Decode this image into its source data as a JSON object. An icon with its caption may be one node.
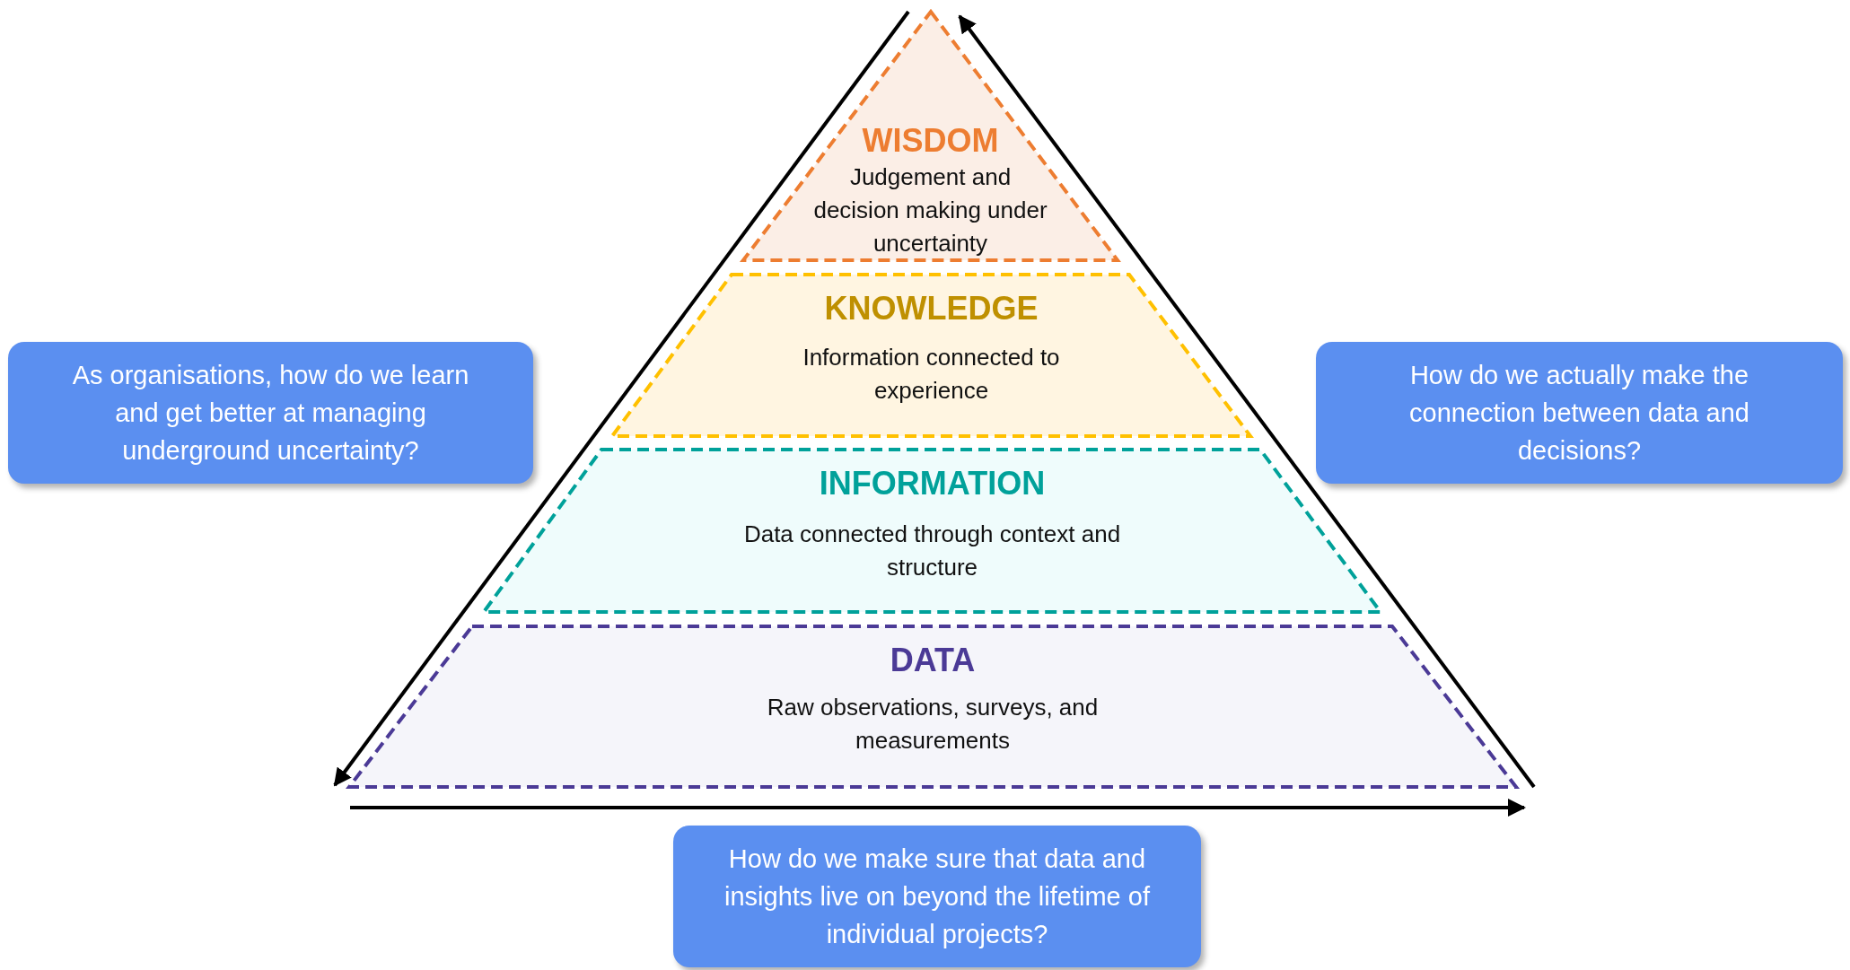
{
  "diagram": {
    "nodes": [
      {
        "text": [
          "WISDOM",
          "Judgement and decision making under uncertainty"
        ]
      },
      {
        "text": [
          "KNOWLEDGE",
          "Information connected to experience"
        ]
      },
      {
        "text": [
          "INFORMATION",
          "Data connected through context and structure"
        ]
      },
      {
        "text": [
          "DATA",
          "Raw observations, surveys, and measurements"
        ]
      },
      {
        "text": [
          "As organisations, how do we learn and get better at managing underground uncertainty?"
        ]
      },
      {
        "text": [
          "How do we actually make the connection between data and decisions?"
        ]
      },
      {
        "text": [
          "How do we make sure that data and insights live on beyond the lifetime of individual projects?"
        ]
      }
    ]
  }
}
